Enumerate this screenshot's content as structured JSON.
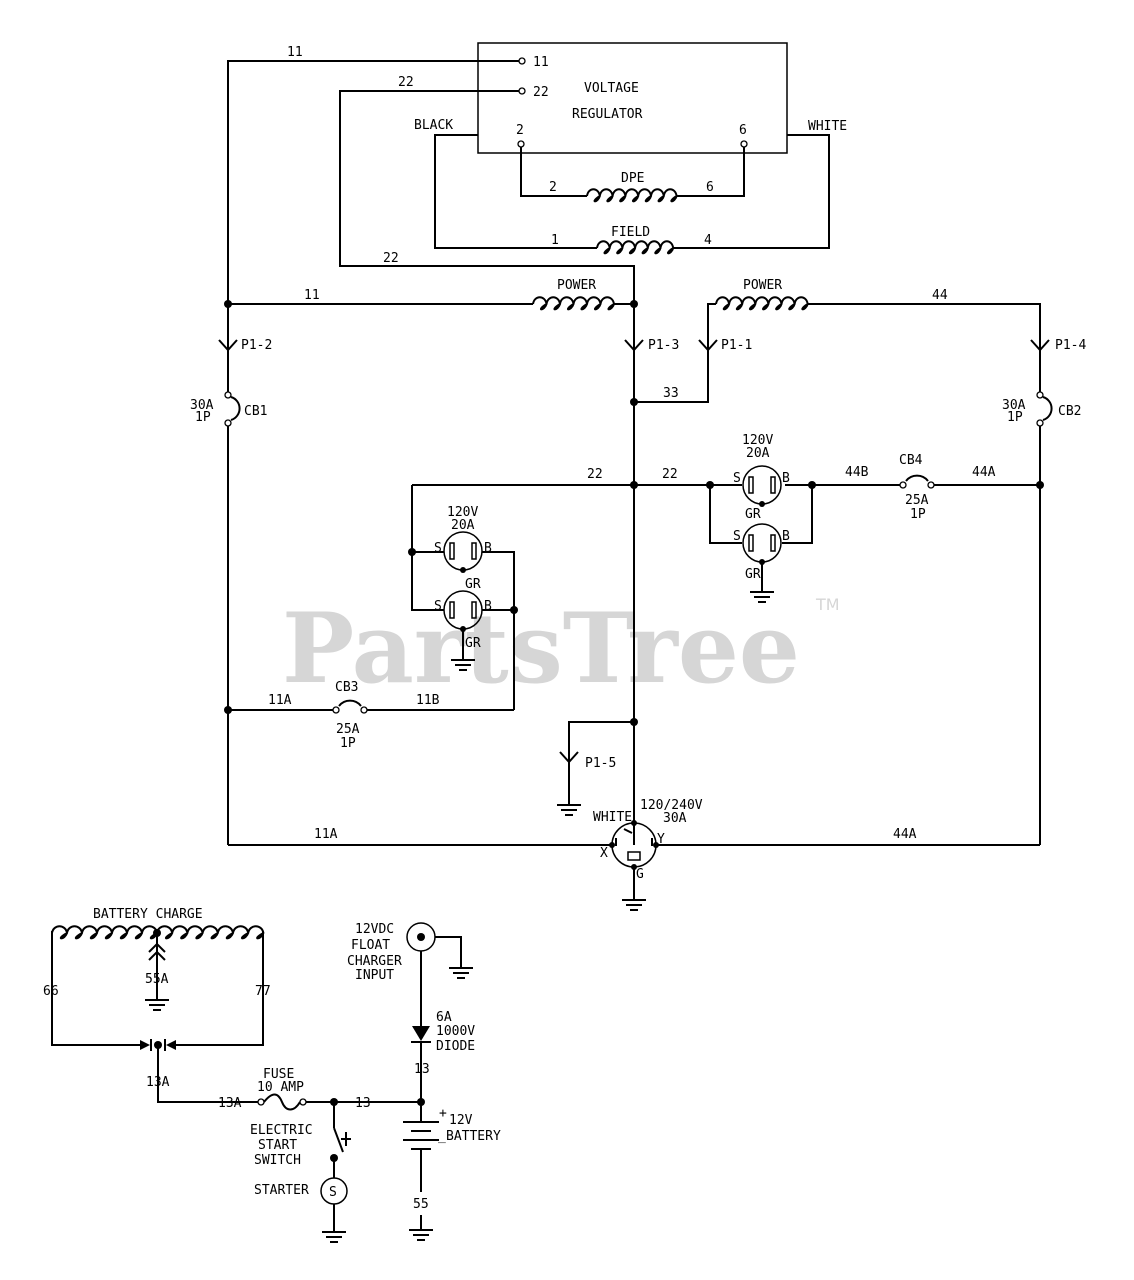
{
  "watermark": {
    "text": "PartsTree",
    "tm": "TM"
  },
  "regulator": {
    "title_line1": "VOLTAGE",
    "title_line2": "REGULATOR",
    "pin_11": "11",
    "pin_22": "22",
    "pin_2": "2",
    "pin_6": "6",
    "black": "BLACK",
    "white": "WHITE"
  },
  "dpe": {
    "label": "DPE",
    "end_left": "2",
    "end_right": "6"
  },
  "field": {
    "label": "FIELD",
    "end_left": "1",
    "end_right": "4"
  },
  "power_left": {
    "label": "POWER"
  },
  "power_right": {
    "label": "POWER"
  },
  "wires": {
    "w11_top": "11",
    "w22_top": "22",
    "w22_mid": "22",
    "w11_power": "11",
    "w44_power": "44",
    "w33": "33",
    "w22_left": "22",
    "w22_right": "22",
    "w44b": "44B",
    "w44a_cb4": "44A",
    "w11a_cb3": "11A",
    "w11b": "11B",
    "w11a_bottom": "11A",
    "w44a_bottom": "44A"
  },
  "connectors": {
    "p1_2": "P1-2",
    "p1_3": "P1-3",
    "p1_1": "P1-1",
    "p1_4": "P1-4",
    "p1_5": "P1-5"
  },
  "breakers": {
    "cb1": {
      "name": "CB1",
      "rating": "30A",
      "poles": "1P"
    },
    "cb2": {
      "name": "CB2",
      "rating": "30A",
      "poles": "1P"
    },
    "cb3": {
      "name": "CB3",
      "rating": "25A",
      "poles": "1P"
    },
    "cb4": {
      "name": "CB4",
      "rating": "25A",
      "poles": "1P"
    }
  },
  "receptacle_left": {
    "voltage": "120V",
    "current": "20A",
    "s": "S",
    "b": "B",
    "gr": "GR"
  },
  "receptacle_right": {
    "voltage": "120V",
    "current": "20A",
    "s": "S",
    "b": "B",
    "gr": "GR"
  },
  "twistlock": {
    "voltage": "120/240V",
    "current": "30A",
    "white": "WHITE",
    "x": "X",
    "y": "Y",
    "g": "G"
  },
  "battery_charge": {
    "title": "BATTERY CHARGE",
    "w66": "66",
    "w77": "77",
    "w55a": "55A",
    "w13a_vertical": "13A",
    "w13a_fuse": "13A"
  },
  "fuse": {
    "line1": "FUSE",
    "line2": "10 AMP"
  },
  "float_charger": {
    "line1": "12VDC",
    "line2": "FLOAT",
    "line3": "CHARGER",
    "line4": "INPUT"
  },
  "diode": {
    "line1": "6A",
    "line2": "1000V",
    "line3": "DIODE",
    "wire_13_vertical": "13",
    "wire_13_horizontal": "13"
  },
  "battery": {
    "plus": "+",
    "label": "12V",
    "label2": "BATTERY",
    "minus": "_",
    "wire_55": "55"
  },
  "start_switch": {
    "line1": "ELECTRIC",
    "line2": "START",
    "line3": "SWITCH"
  },
  "starter": {
    "label": "STARTER",
    "symbol": "S"
  }
}
